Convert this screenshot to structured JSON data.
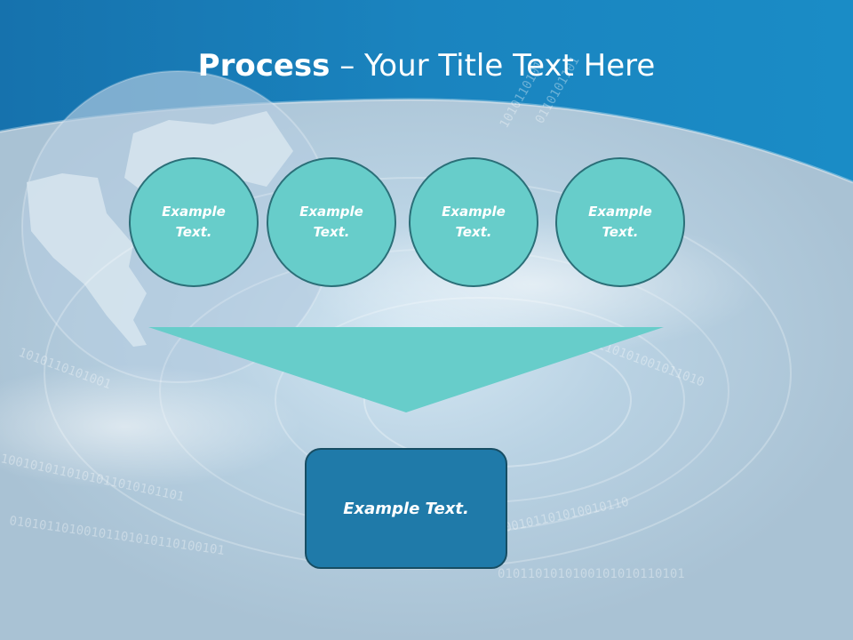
{
  "title": {
    "bold": "Process",
    "dash": " – ",
    "rest": "Your Title Text Here"
  },
  "steps": [
    {
      "label": "Example Text."
    },
    {
      "label": "Example Text."
    },
    {
      "label": "Example Text."
    },
    {
      "label": "Example Text."
    }
  ],
  "result": {
    "label": "Example Text."
  },
  "colors": {
    "header": "#1a84bf",
    "circle_fill": "#67cdca",
    "circle_border": "#2b6f78",
    "funnel": "#67cdca",
    "result_fill": "#1f7aa9",
    "result_border": "#174d63"
  }
}
